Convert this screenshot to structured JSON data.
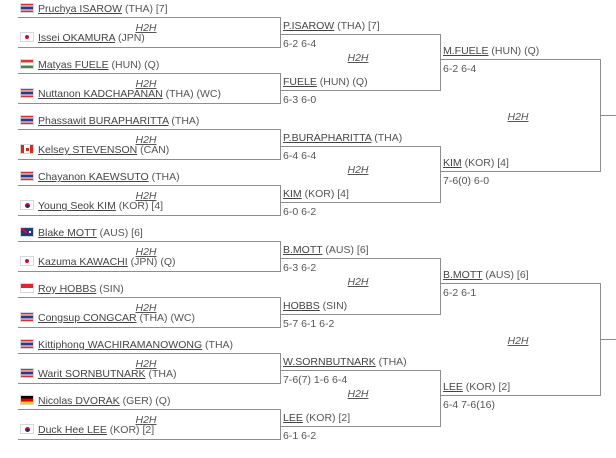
{
  "h2h_label": "H2H",
  "round1": [
    {
      "name": "Pruchya ISAROW",
      "country": "(THA) [7]",
      "flag": "tha"
    },
    {
      "name": "Issei OKAMURA",
      "country": "(JPN)",
      "flag": "jpn"
    },
    {
      "name": "Matyas FUELE",
      "country": "(HUN) (Q)",
      "flag": "hun"
    },
    {
      "name": "Nuttanon KADCHAPANAN",
      "country": "(THA) (WC)",
      "flag": "tha"
    },
    {
      "name": "Phassawit BURAPHARITTA",
      "country": "(THA)",
      "flag": "tha"
    },
    {
      "name": "Kelsey STEVENSON",
      "country": "(CAN)",
      "flag": "can"
    },
    {
      "name": "Chayanon KAEWSUTO",
      "country": "(THA)",
      "flag": "tha"
    },
    {
      "name": "Young Seok KIM",
      "country": "(KOR) [4]",
      "flag": "kor"
    },
    {
      "name": "Blake MOTT",
      "country": "(AUS) [6]",
      "flag": "aus"
    },
    {
      "name": "Kazuma KAWACHI",
      "country": "(JPN) (Q)",
      "flag": "jpn"
    },
    {
      "name": "Roy HOBBS",
      "country": "(SIN)",
      "flag": "sin"
    },
    {
      "name": "Congsup CONGCAR",
      "country": "(THA) (WC)",
      "flag": "tha"
    },
    {
      "name": "Kittiphong WACHIRAMANOWONG",
      "country": "(THA)",
      "flag": "tha"
    },
    {
      "name": "Warit SORNBUTNARK",
      "country": "(THA)",
      "flag": "tha"
    },
    {
      "name": "Nicolas DVORAK",
      "country": "(GER) (Q)",
      "flag": "ger"
    },
    {
      "name": "Duck Hee LEE",
      "country": "(KOR) [2]",
      "flag": "kor"
    }
  ],
  "round2": [
    {
      "name": "P.ISAROW",
      "country": "(THA) [7]"
    },
    {
      "name": "FUELE",
      "country": "(HUN) (Q)"
    },
    {
      "name": "P.BURAPHARITTA",
      "country": "(THA)"
    },
    {
      "name": "KIM",
      "country": "(KOR) [4]"
    },
    {
      "name": "B.MOTT",
      "country": "(AUS) [6]"
    },
    {
      "name": "HOBBS",
      "country": "(SIN)"
    },
    {
      "name": "W.SORNBUTNARK",
      "country": "(THA)"
    },
    {
      "name": "LEE",
      "country": "(KOR) [2]"
    }
  ],
  "round2_scores": [
    "6-2 6-4",
    "6-3 6-0",
    "6-4 6-4",
    "6-0 6-2",
    "6-3 6-2",
    "5-7 6-1 6-2",
    "7-6(7) 1-6 6-4",
    "6-1 6-2"
  ],
  "round3": [
    {
      "name": "M.FUELE",
      "country": "(HUN) (Q)"
    },
    {
      "name": "KIM",
      "country": "(KOR) [4]"
    },
    {
      "name": "B.MOTT",
      "country": "(AUS) [6]"
    },
    {
      "name": "LEE",
      "country": "(KOR) [2]"
    }
  ],
  "round3_scores": [
    "6-2 6-4",
    "7-6(0) 6-0",
    "6-2 6-1",
    "6-4 7-6(16)"
  ]
}
